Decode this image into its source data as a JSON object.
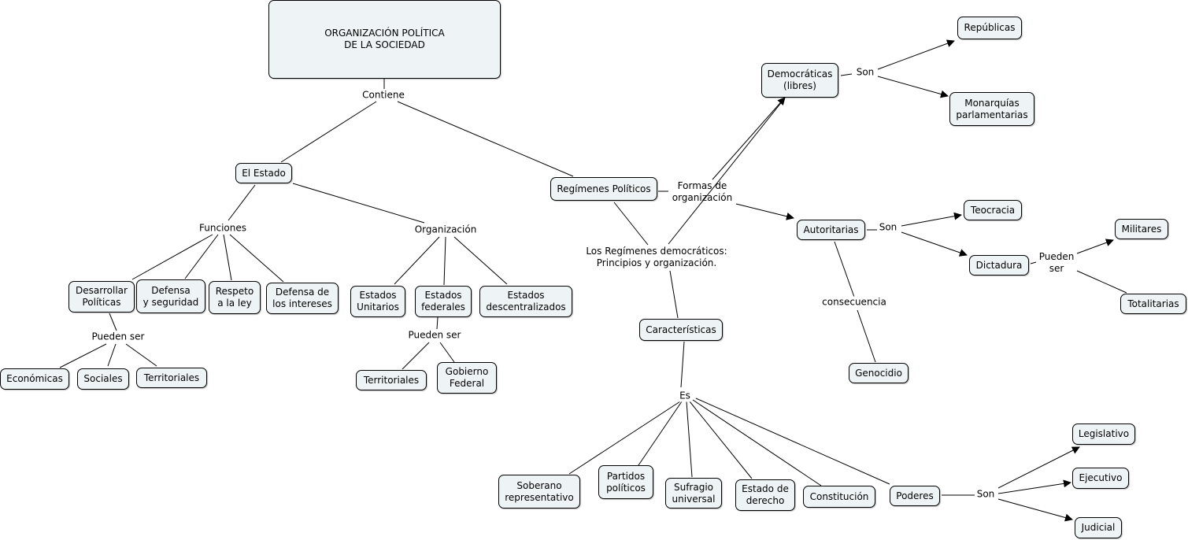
{
  "nodes": {
    "root": "ORGANIZACIÓN POLÍTICA\nDE LA SOCIEDAD",
    "estado": "El Estado",
    "regimenes": "Regímenes Políticos",
    "desarrollar": "Desarrollar\nPolíticas",
    "defensa_seg": "Defensa\ny seguridad",
    "respeto": "Respeto\na la ley",
    "defensa_int": "Defensa de\nlos intereses",
    "economicas": "Económicas",
    "sociales": "Sociales",
    "territoriales1": "Territoriales",
    "unitarios": "Estados\nUnitarios",
    "federales": "Estados\nfederales",
    "descentralizados": "Estados\ndescentralizados",
    "territoriales2": "Territoriales",
    "gobierno_federal": "Gobierno\nFederal",
    "democraticas": "Democráticas\n(libres)",
    "republicas": "Repúblicas",
    "monarquias": "Monarquías\nparlamentarias",
    "autoritarias": "Autoritarias",
    "teocracia": "Teocracia",
    "dictadura": "Dictadura",
    "militares": "Militares",
    "totalitarias": "Totalitarias",
    "genocidio": "Genocidio",
    "caracteristicas": "Características",
    "soberano": "Soberano\nrepresentativo",
    "partidos": "Partidos\npolíticos",
    "sufragio": "Sufragio\nuniversal",
    "estado_derecho": "Estado de\nderecho",
    "constitucion": "Constitución",
    "poderes": "Poderes",
    "legislativo": "Legislativo",
    "ejecutivo": "Ejecutivo",
    "judicial": "Judicial"
  },
  "linking_phrases": {
    "contiene": "Contiene",
    "funciones": "Funciones",
    "organizacion": "Organización",
    "pueden_ser1": "Pueden ser",
    "pueden_ser2": "Pueden ser",
    "formas": "Formas de\norganización",
    "principios": "Los Regímenes democráticos:\nPrincipios y organización.",
    "son1": "Son",
    "son2": "Son",
    "pueden_ser3": "Pueden\nser",
    "consecuencia": "consecuencia",
    "es": "Es",
    "son3": "Son"
  },
  "colors": {
    "node_fill": "#eef3f5",
    "line": "#000000"
  }
}
